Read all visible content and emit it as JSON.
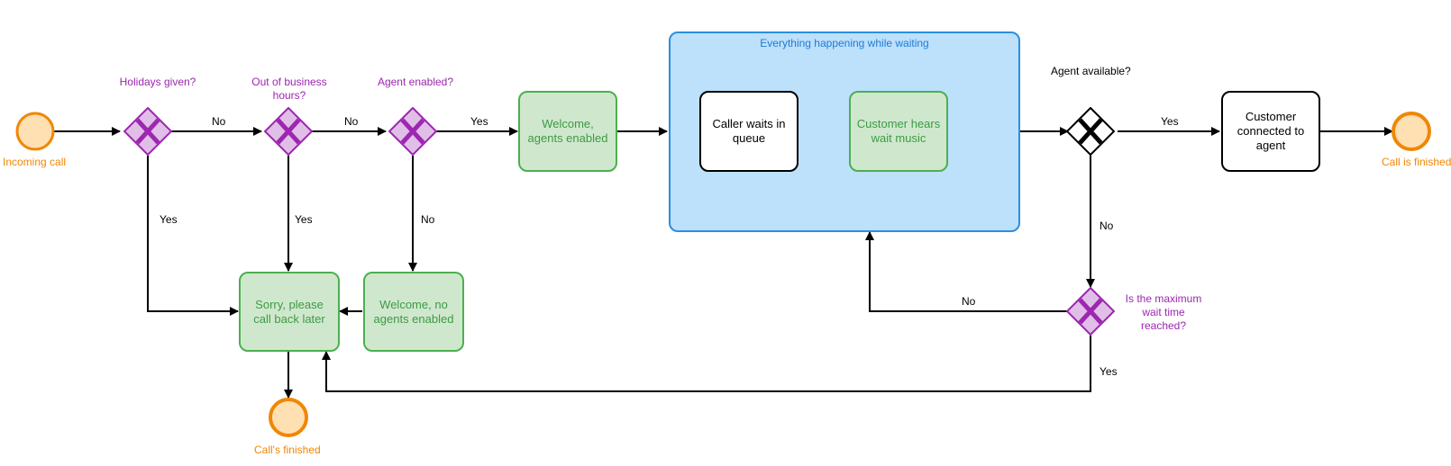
{
  "events": {
    "incoming_call": "Incoming call",
    "call_is_finished": "Call is finished",
    "calls_finished": "Call's finished"
  },
  "gateways": {
    "holidays": "Holidays given?",
    "out_of_hours": "Out of business hours?",
    "agent_enabled": "Agent enabled?",
    "agent_available": "Agent available?",
    "max_wait": "Is the maximum wait time reached?"
  },
  "tasks": {
    "welcome_enabled": "Welcome, agents enabled",
    "caller_waits": "Caller waits in queue",
    "wait_music": "Customer hears wait music",
    "customer_connected": "Customer connected to agent",
    "sorry": "Sorry, please call back later",
    "welcome_no_agents": "Welcome, no agents enabled"
  },
  "group": {
    "title": "Everything happening while waiting"
  },
  "edges": {
    "holidays_no": "No",
    "holidays_yes": "Yes",
    "hours_no": "No",
    "hours_yes": "Yes",
    "agent_yes": "Yes",
    "agent_no": "No",
    "available_yes": "Yes",
    "available_no": "No",
    "max_no": "No",
    "max_yes": "Yes"
  },
  "colors": {
    "event_fill": "#ffe0b2",
    "event_stroke": "#f08705",
    "gateway_fill": "#e1bee7",
    "gateway_stroke": "#9c27b0",
    "task_fill": "#cfe8cd",
    "task_stroke": "#4caf50",
    "group_fill": "#bde0fb",
    "group_stroke": "#2b8fe0"
  }
}
